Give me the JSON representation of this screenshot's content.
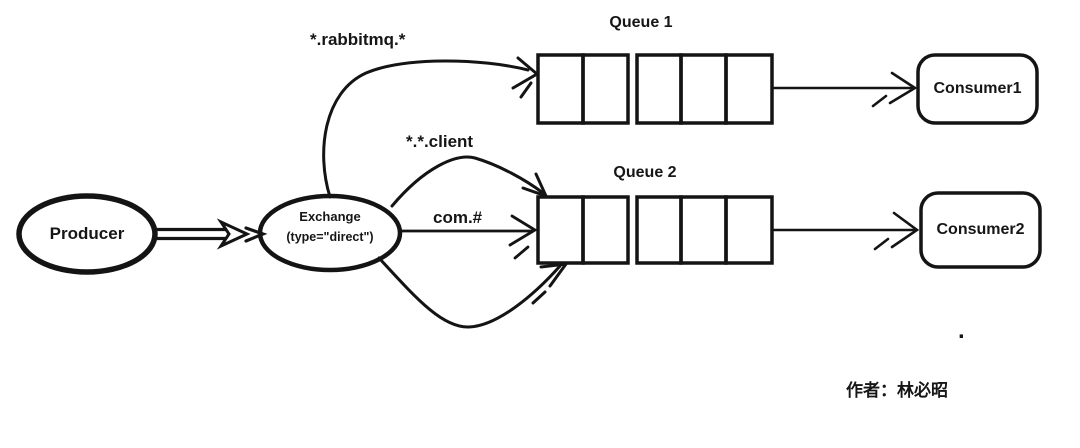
{
  "canvas": {
    "background": "#ffffff",
    "ink": "#141414"
  },
  "nodes": {
    "producer": {
      "label": "Producer"
    },
    "exchange": {
      "title": "Exchange",
      "subtitle": "(type=\"direct\")"
    },
    "queue1": {
      "label": "Queue 1",
      "cells": 5
    },
    "queue2": {
      "label": "Queue 2",
      "cells": 5
    },
    "consumer1": {
      "label": "Consumer1"
    },
    "consumer2": {
      "label": "Consumer2"
    }
  },
  "routing_keys": {
    "to_queue1": "*.rabbitmq.*",
    "to_queue2_top": "*.*.client",
    "to_queue2_mid": "com.#"
  },
  "annotations": {
    "author": "作者：林必昭",
    "dot": "."
  }
}
